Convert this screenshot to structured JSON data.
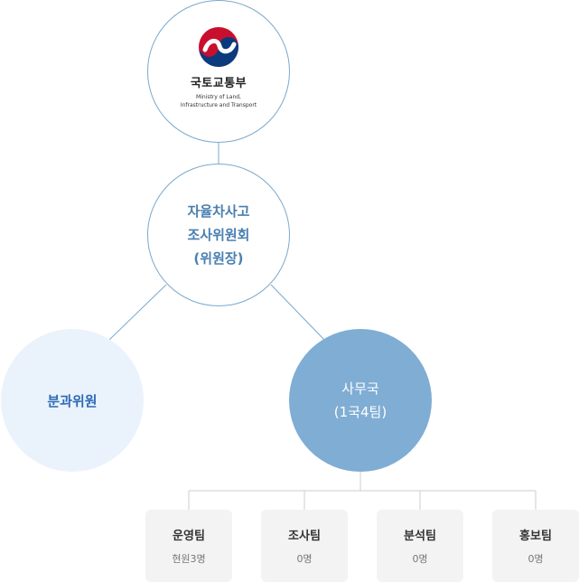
{
  "ministry": {
    "name": "국토교통부",
    "english_line1": "Ministry of Land,",
    "english_line2": "Infrastructure and Transport"
  },
  "committee": {
    "line1": "자율차사고",
    "line2": "조사위원회",
    "line3": "(위원장)"
  },
  "subcommittee": {
    "label": "분과위원"
  },
  "secretariat": {
    "line1": "사무국",
    "line2": "(1국4팀)"
  },
  "teams": [
    {
      "name": "운영팀",
      "count": "현원3명"
    },
    {
      "name": "조사팀",
      "count": "0명"
    },
    {
      "name": "분석팀",
      "count": "0명"
    },
    {
      "name": "홍보팀",
      "count": "0명"
    }
  ],
  "colors": {
    "line": "#7aa9cd",
    "secretariat_fill": "#7fadd4",
    "subcommittee_fill": "#eaf3fc",
    "team_fill": "#f3f3f3"
  }
}
